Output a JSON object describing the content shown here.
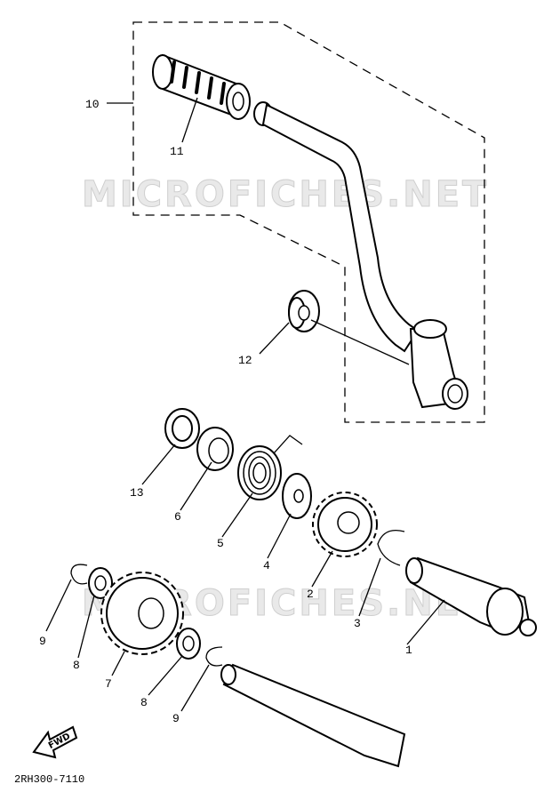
{
  "watermark": "MICROFICHES.NET",
  "diagram_code": "2RH300-7110",
  "fwd_label": "FWD",
  "callouts": [
    "1",
    "2",
    "3",
    "4",
    "5",
    "6",
    "7",
    "8",
    "8",
    "9",
    "9",
    "10",
    "11",
    "12",
    "13"
  ]
}
